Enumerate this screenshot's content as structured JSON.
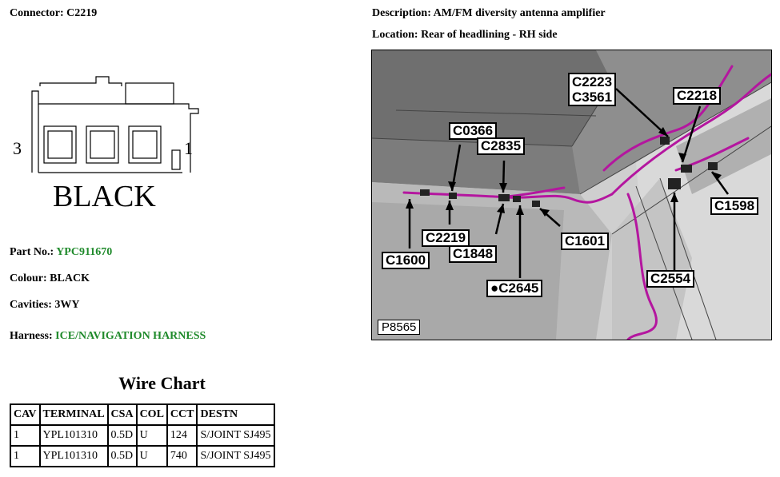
{
  "connector": {
    "label": "Connector:",
    "value": "C2219",
    "pin_left": "3",
    "pin_right": "1",
    "color_text": "BLACK"
  },
  "description": {
    "label": "Description:",
    "value": "AM/FM diversity antenna amplifier"
  },
  "location": {
    "label": "Location:",
    "value": "Rear of headlining - RH side"
  },
  "part_no": {
    "label": "Part No.:",
    "value": "YPC911670"
  },
  "colour": {
    "label": "Colour:",
    "value": "BLACK"
  },
  "cavities": {
    "label": "Cavities:",
    "value": "3WY"
  },
  "harness": {
    "label": "Harness:",
    "value": "ICE/NAVIGATION HARNESS"
  },
  "wire_chart": {
    "title": "Wire Chart",
    "headers": [
      "CAV",
      "TERMINAL",
      "CSA",
      "COL",
      "CCT",
      "DESTN"
    ],
    "rows": [
      [
        "1",
        "YPL101310",
        "0.5D",
        "U",
        "124",
        "S/JOINT SJ495"
      ],
      [
        "1",
        "YPL101310",
        "0.5D",
        "U",
        "740",
        "S/JOINT SJ495"
      ]
    ]
  },
  "photo": {
    "code": "P8565",
    "callouts": {
      "c2223": "C2223",
      "c3561": "C3561",
      "c2218": "C2218",
      "c0366": "C0366",
      "c2835": "C2835",
      "c1598": "C1598",
      "c2219": "C2219",
      "c1848": "C1848",
      "c1601": "C1601",
      "c1600": "C1600",
      "c2645": "C2645",
      "c2554": "C2554"
    }
  },
  "colors": {
    "harness": "#b4169f",
    "link_green": "#1f8a2b"
  }
}
